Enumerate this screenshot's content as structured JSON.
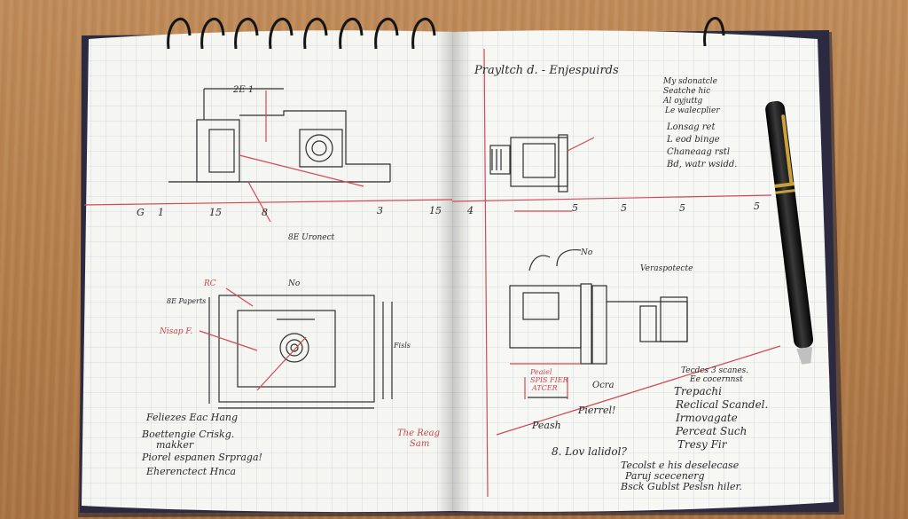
{
  "left_page": {
    "top_label": "2E 1",
    "bottom_label": "8E Uronect",
    "axis_ticks": [
      "G",
      "1",
      "15",
      "8",
      "3",
      "15"
    ],
    "mid_labels": [
      "RC",
      "8E Paperts",
      "Nisap F.",
      "No",
      "Fisls"
    ],
    "notes": [
      "Feliezes Eac Hang",
      "Boettengie Criskg.",
      "makker",
      "Piorel espanen Srpraga!",
      "Eherenctect Hnca"
    ],
    "red_note": [
      "The Reag",
      "Sam"
    ]
  },
  "right_page": {
    "title": "Prayltch d. - Enjespuirds",
    "top_notes": [
      "My sdonatcle",
      "Seatche hic",
      "Al oyjuttg",
      "Le walecplier"
    ],
    "mid_notes": [
      "Lonsag ret",
      "L eod binge",
      "Chaneaag rstl",
      "Bd, watr wsidd."
    ],
    "axis_ticks": [
      "4",
      "5",
      "5",
      "5",
      "5"
    ],
    "label_vera": "Veraspotecte",
    "label_no": "No",
    "red_box": [
      "Peaiel",
      "SPIS FIER",
      "ATCER"
    ],
    "label_ocra": "Ocra",
    "label_peach": "Peash",
    "label_pierrel": "Pierrel!",
    "label_bold": "8. Lov lalidol?",
    "right_notes_head": [
      "Tecdcs 3 scanes.",
      "Ee cocernnst"
    ],
    "right_notes": [
      "Trepachi",
      "Reclical Scandel.",
      "Irmovagate",
      "Perceat Such",
      "Tresy Fir"
    ],
    "bottom_notes": [
      "Tecolst e his deselecase",
      "Paruj scecenerg",
      "Bsck Gublst Peslsn hiler."
    ]
  },
  "colors": {
    "ink": "#2e2e2e",
    "red": "#d24a55",
    "grid": "#c9d3dc",
    "pen": "#141414",
    "gold": "#c9a13a"
  }
}
